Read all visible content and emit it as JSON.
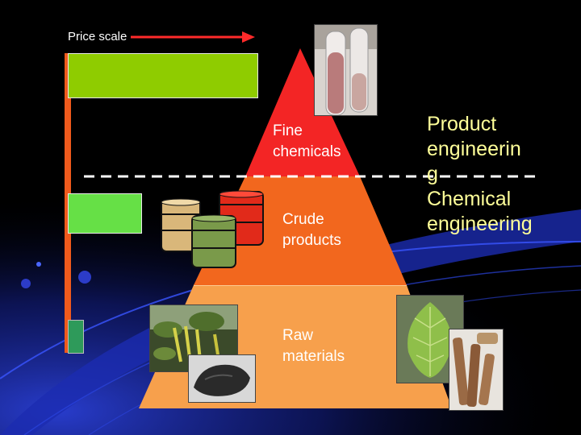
{
  "price_scale": {
    "label": "Price scale"
  },
  "tiers": {
    "fine": "Fine\nchemicals",
    "crude": "Crude\nproducts",
    "raw": "Raw\nmaterials"
  },
  "engineering": {
    "product": "Product\nengineerin\ng",
    "chemical": "Chemical\nengineering"
  },
  "price_bars": [
    {
      "tier": "Fine chemicals",
      "level": 1.0
    },
    {
      "tier": "Crude products",
      "level": 0.38
    },
    {
      "tier": "Raw materials",
      "level": 0.08
    }
  ],
  "colors": {
    "background": "#000000",
    "tier_fine": "#f32525",
    "tier_crude": "#f2671e",
    "tier_raw": "#f7a04c",
    "price_axis": "#f05a1c",
    "arrow": "#ff2a2a",
    "engineering_text": "#ffff99",
    "dashed_line": "#ffffff",
    "swoosh": "#1a2ba0"
  },
  "icons": [
    "test-tubes-image",
    "chemical-barrels-image",
    "plant-flowers-image",
    "dark-stone-image",
    "leaf-image",
    "cinnamon-bark-image"
  ]
}
